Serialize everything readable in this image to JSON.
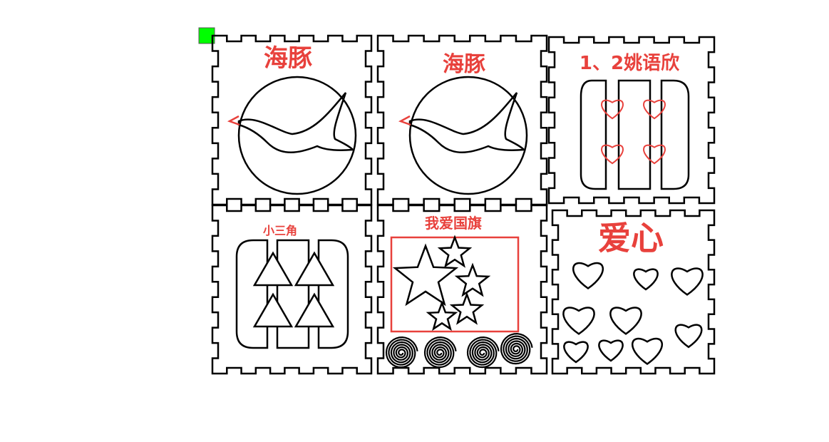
{
  "colors": {
    "cut": "#000000",
    "engrave": "#e8413c",
    "marker": "#00ff00"
  },
  "panels": [
    {
      "label": "海豚",
      "motif": "dolphin-circle"
    },
    {
      "label": "海豚",
      "motif": "dolphin-circle"
    },
    {
      "label": "1、2姚语欣",
      "motif": "hearts-columns"
    },
    {
      "label": "小三角",
      "motif": "triangles"
    },
    {
      "label": "我爱国旗",
      "motif": "flag-stars-spirals"
    },
    {
      "label": "爱心",
      "motif": "hearts"
    }
  ]
}
